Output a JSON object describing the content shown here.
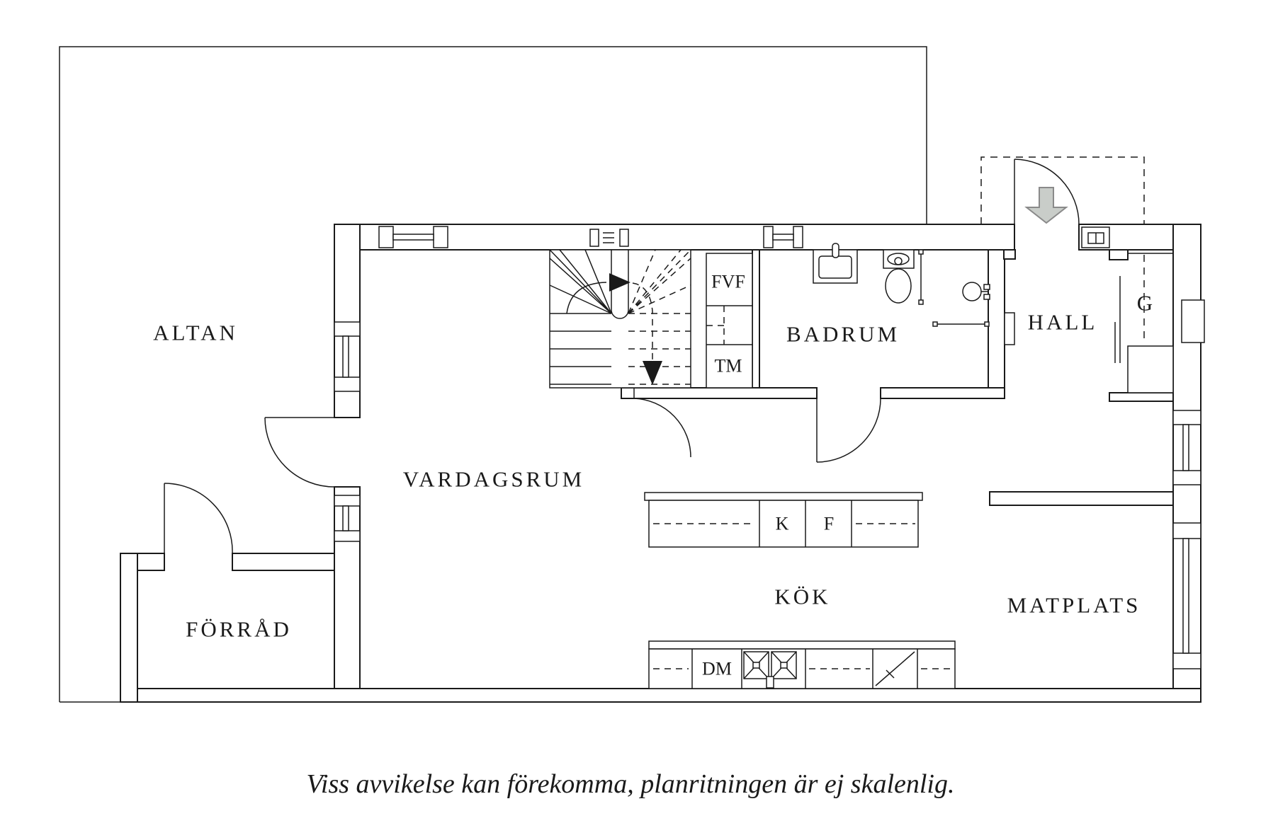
{
  "caption": "Viss avvikelse kan förekomma, planritningen är ej skalenlig.",
  "rooms": {
    "altan": "ALTAN",
    "vardagsrum": "VARDAGSRUM",
    "forrad": "FÖRRÅD",
    "badrum": "BADRUM",
    "hall": "HALL",
    "kok": "KÖK",
    "matplats": "MATPLATS"
  },
  "fixtures": {
    "fvf": "FVF",
    "tm": "TM",
    "kyl": "K",
    "frys": "F",
    "dm": "DM",
    "garderob": "G"
  },
  "colors": {
    "line": "#1a1a1a",
    "background": "#ffffff",
    "entrance_arrow_fill": "#c9cdc9",
    "entrance_arrow_stroke": "#8a8a8a"
  }
}
